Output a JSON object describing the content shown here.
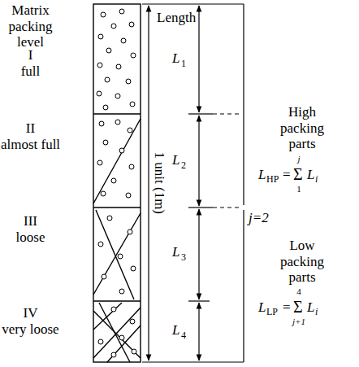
{
  "diagram": {
    "labels": [
      "Matrix packing level",
      "I",
      "full",
      "II",
      "almost full",
      "III",
      "loose",
      "IV",
      "very loose",
      "Length",
      "1 unit (1m)",
      "L",
      "1",
      "L",
      "2",
      "L",
      "3",
      "L",
      "4",
      "High packing parts",
      "L",
      "HP",
      "=",
      "Σ",
      "j",
      "1",
      "L",
      "i",
      "j=2",
      "Low packing parts",
      "L",
      "LP",
      "=",
      "Σ",
      "4",
      "j+1",
      "L",
      "i"
    ]
  }
}
